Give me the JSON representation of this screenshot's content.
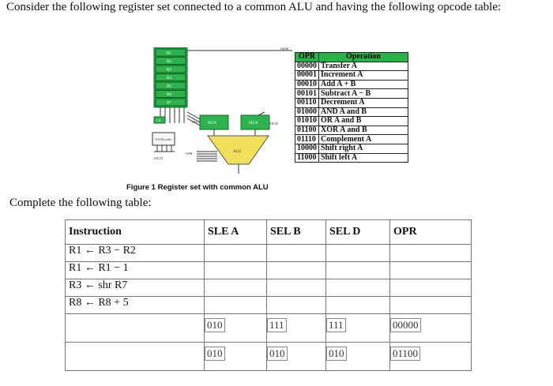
{
  "intro": "Consider the following register set connected to a common ALU and having the following opcode table:",
  "figure": {
    "caption": "Figure 1 Register set with common ALU",
    "registers": [
      "R1",
      "R2",
      "R3",
      "R4",
      "R5",
      "R6",
      "R7"
    ],
    "labels": {
      "input": "Input",
      "ld": "LD",
      "sela": "SELA",
      "selb": "SELB",
      "mux": "MUX",
      "decoder": "3×8 Decoder",
      "seld": "SELD",
      "opr": "OPR",
      "alu": "ALU"
    }
  },
  "opcode_table": {
    "headers": [
      "OPR",
      "Operation"
    ],
    "rows": [
      [
        "00000",
        "Transfer A"
      ],
      [
        "00001",
        "Increment A"
      ],
      [
        "00010",
        "Add A + B"
      ],
      [
        "00101",
        "Subtract A − B"
      ],
      [
        "00110",
        "Decrement A"
      ],
      [
        "01000",
        "AND A and B"
      ],
      [
        "01010",
        "OR A and B"
      ],
      [
        "01100",
        "XOR A and B"
      ],
      [
        "01110",
        "Complement A"
      ],
      [
        "10000",
        "Shift right A"
      ],
      [
        "11000",
        "Shift left A"
      ]
    ]
  },
  "complete_text": "Complete the following table:",
  "main_table": {
    "headers": [
      "Instruction",
      "SLE A",
      "SEL B",
      "SEL D",
      "OPR"
    ],
    "rows": [
      [
        "R1 ← R3 − R2",
        "",
        "",
        "",
        ""
      ],
      [
        "R1 ← R1 − 1",
        "",
        "",
        "",
        ""
      ],
      [
        "R3 ← shr R7",
        "",
        "",
        "",
        ""
      ],
      [
        "R8 ← R8 + 5",
        "",
        "",
        "",
        ""
      ],
      [
        "",
        "010",
        "111",
        "111",
        "00000"
      ],
      [
        "",
        "010",
        "010",
        "010",
        "01100"
      ]
    ]
  }
}
